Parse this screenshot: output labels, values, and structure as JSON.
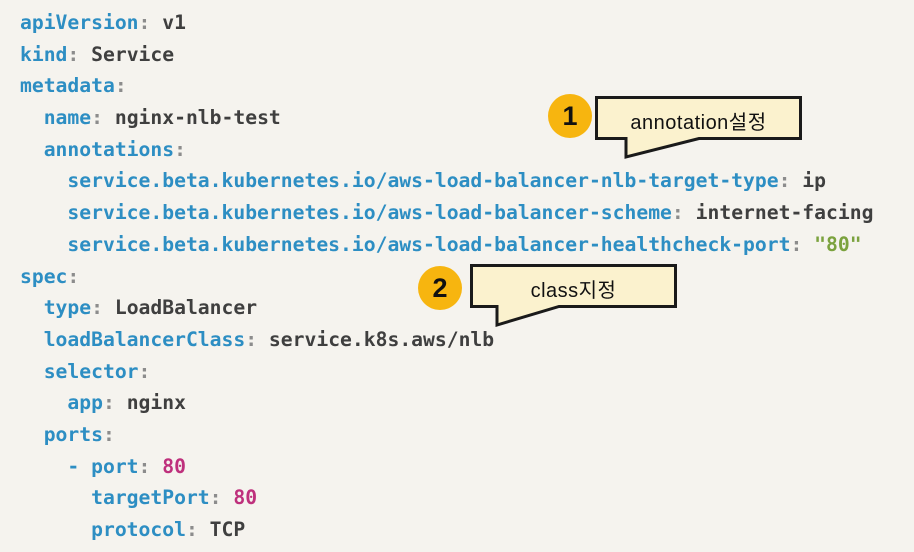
{
  "colors": {
    "background": "#F5F3EE",
    "key": "#2D8EC3",
    "punctuation": "#8C8C8C",
    "value": "#3F3F3F",
    "number": "#BE307C",
    "string": "#7BA23E",
    "badge": "#F7B50F",
    "bubble_fill": "#FBF2CE",
    "bubble_border": "#1A1A1A"
  },
  "code": {
    "language": "yaml",
    "lines": [
      [
        [
          "key",
          "apiVersion"
        ],
        [
          "punct",
          ":"
        ],
        [
          "val",
          " v1"
        ]
      ],
      [
        [
          "key",
          "kind"
        ],
        [
          "punct",
          ":"
        ],
        [
          "val",
          " Service"
        ]
      ],
      [
        [
          "key",
          "metadata"
        ],
        [
          "punct",
          ":"
        ]
      ],
      [
        [
          "key",
          "  name"
        ],
        [
          "punct",
          ":"
        ],
        [
          "val",
          " nginx-nlb-test"
        ]
      ],
      [
        [
          "key",
          "  annotations"
        ],
        [
          "punct",
          ":"
        ]
      ],
      [
        [
          "key",
          "    service.beta.kubernetes.io/aws-load-balancer-nlb-target-type"
        ],
        [
          "punct",
          ":"
        ],
        [
          "val",
          " ip"
        ]
      ],
      [
        [
          "key",
          "    service.beta.kubernetes.io/aws-load-balancer-scheme"
        ],
        [
          "punct",
          ":"
        ],
        [
          "val",
          " internet-facing"
        ]
      ],
      [
        [
          "key",
          "    service.beta.kubernetes.io/aws-load-balancer-healthcheck-port"
        ],
        [
          "punct",
          ":"
        ],
        [
          "str",
          " \"80\""
        ]
      ],
      [
        [
          "key",
          "spec"
        ],
        [
          "punct",
          ":"
        ]
      ],
      [
        [
          "key",
          "  type"
        ],
        [
          "punct",
          ":"
        ],
        [
          "val",
          " LoadBalancer"
        ]
      ],
      [
        [
          "key",
          "  loadBalancerClass"
        ],
        [
          "punct",
          ":"
        ],
        [
          "val",
          " service.k8s.aws/nlb"
        ]
      ],
      [
        [
          "key",
          "  selector"
        ],
        [
          "punct",
          ":"
        ]
      ],
      [
        [
          "key",
          "    app"
        ],
        [
          "punct",
          ":"
        ],
        [
          "val",
          " nginx"
        ]
      ],
      [
        [
          "key",
          "  ports"
        ],
        [
          "punct",
          ":"
        ]
      ],
      [
        [
          "key",
          "    - port"
        ],
        [
          "punct",
          ":"
        ],
        [
          "num",
          " 80"
        ]
      ],
      [
        [
          "key",
          "      targetPort"
        ],
        [
          "punct",
          ":"
        ],
        [
          "num",
          " 80"
        ]
      ],
      [
        [
          "key",
          "      protocol"
        ],
        [
          "punct",
          ":"
        ],
        [
          "val",
          " TCP"
        ]
      ]
    ]
  },
  "callouts": [
    {
      "number": "1",
      "label": "annotation설정"
    },
    {
      "number": "2",
      "label": "class지정"
    }
  ]
}
